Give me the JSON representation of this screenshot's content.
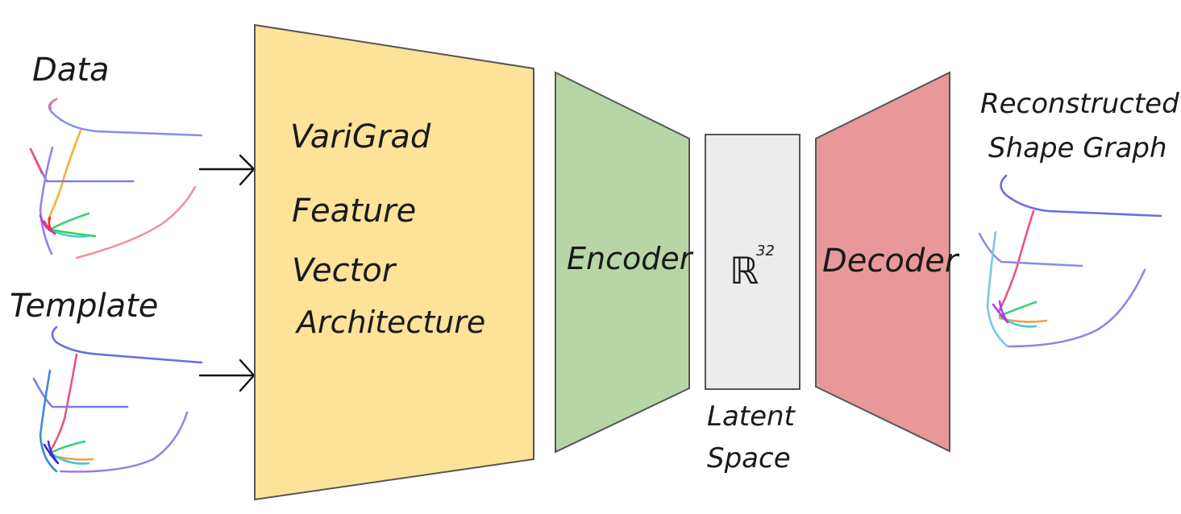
{
  "labels": {
    "data": "Data",
    "template": "Template",
    "feature_line1": "VariGrad",
    "feature_line2": "Feature",
    "feature_line3": "Vector",
    "feature_line4": "Architecture",
    "encoder": "Encoder",
    "latent_symbol": "ℝ",
    "latent_exponent": "32",
    "decoder": "Decoder",
    "latent_caption_line1": "Latent",
    "latent_caption_line2": "Space",
    "output_line1": "Reconstructed",
    "output_line2": "Shape Graph"
  },
  "colors": {
    "feature_fill": "#fde29a",
    "encoder_fill": "#b7d6a6",
    "latent_fill": "#ececec",
    "decoder_fill": "#e89898",
    "stroke": "#555555"
  }
}
